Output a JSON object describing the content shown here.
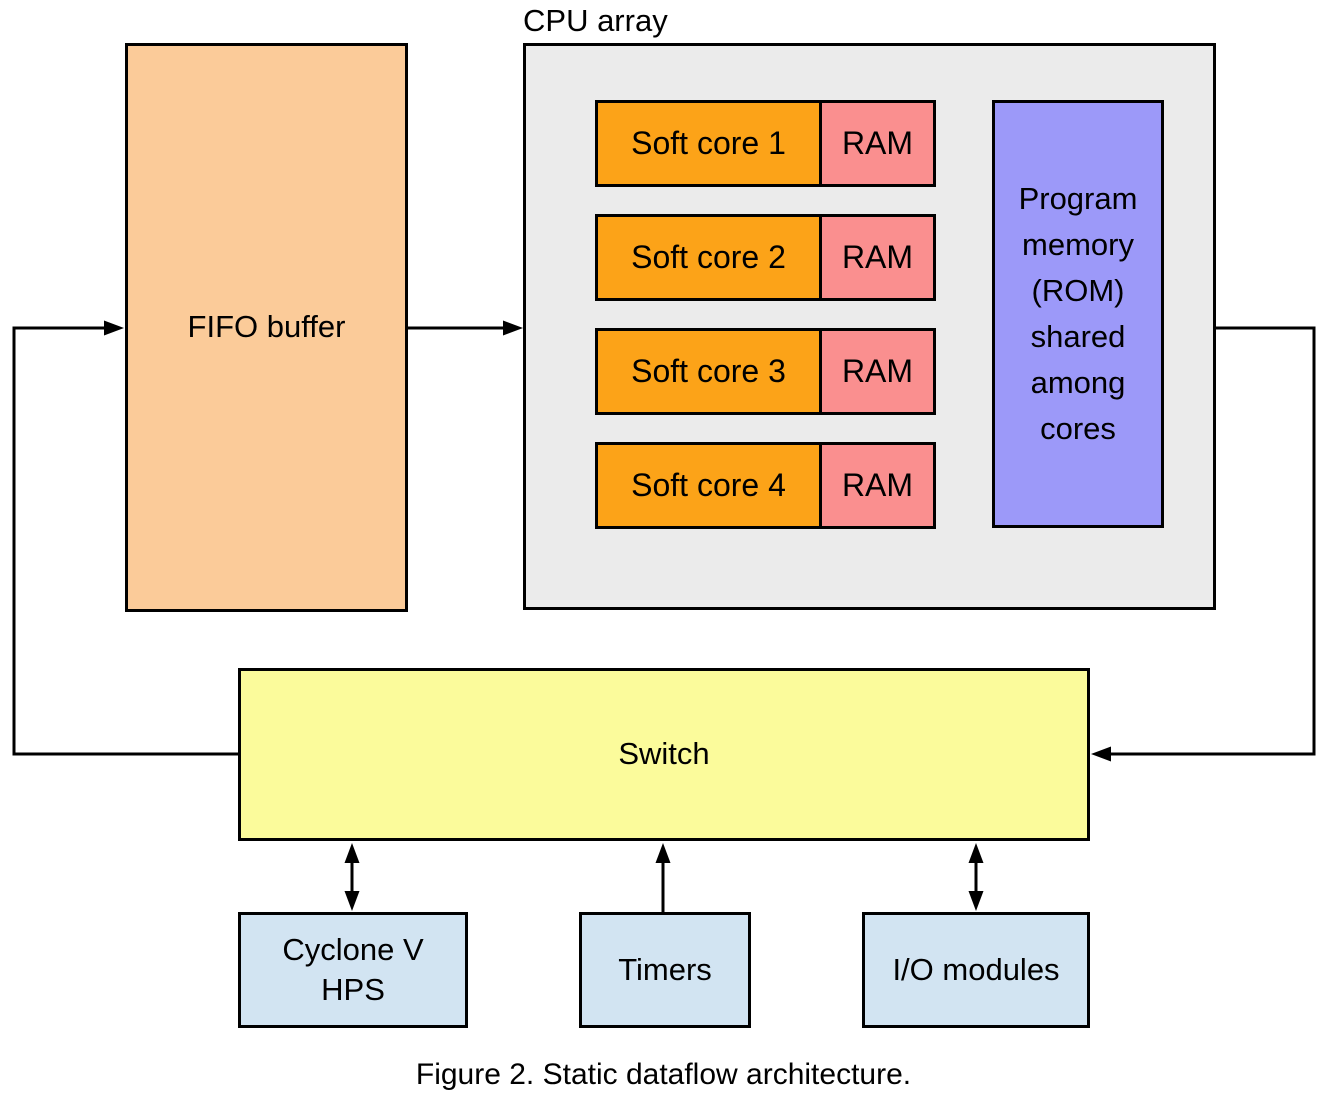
{
  "diagram": {
    "caption": "Figure 2. Static dataflow architecture.",
    "fifo": {
      "label": "FIFO buffer"
    },
    "cpu_array": {
      "label": "CPU array",
      "cores": [
        {
          "name": "Soft core 1",
          "ram": "RAM"
        },
        {
          "name": "Soft core 2",
          "ram": "RAM"
        },
        {
          "name": "Soft core 3",
          "ram": "RAM"
        },
        {
          "name": "Soft core 4",
          "ram": "RAM"
        }
      ],
      "rom": {
        "label": "Program memory (ROM) shared among cores",
        "lines": [
          "Program",
          "memory",
          "(ROM)",
          "shared",
          "among",
          "cores"
        ]
      }
    },
    "switch": {
      "label": "Switch"
    },
    "peripherals": [
      {
        "label": "Cyclone V HPS",
        "lines": [
          "Cyclone V",
          "HPS"
        ]
      },
      {
        "label": "Timers"
      },
      {
        "label": "I/O modules"
      }
    ],
    "connectors": [
      {
        "name": "switch-to-fifo-feedback",
        "direction": "switch-left-up-into-fifo"
      },
      {
        "name": "fifo-to-cpu-array",
        "direction": "right"
      },
      {
        "name": "cpu-array-to-switch",
        "direction": "right-down-into-switch"
      },
      {
        "name": "switch-hps-link",
        "direction": "bidirectional"
      },
      {
        "name": "timers-to-switch",
        "direction": "up"
      },
      {
        "name": "switch-io-link",
        "direction": "bidirectional"
      }
    ],
    "colors": {
      "fifo_fill": "#FBCB99",
      "cpu_array_fill": "#EBEBEB",
      "soft_core_fill": "#FCA318",
      "ram_fill": "#FA8F8F",
      "rom_fill": "#9C99F9",
      "switch_fill": "#FBFB9B",
      "peripheral_fill": "#D2E4F2",
      "border": "#000000",
      "background": "#FFFFFF"
    }
  }
}
